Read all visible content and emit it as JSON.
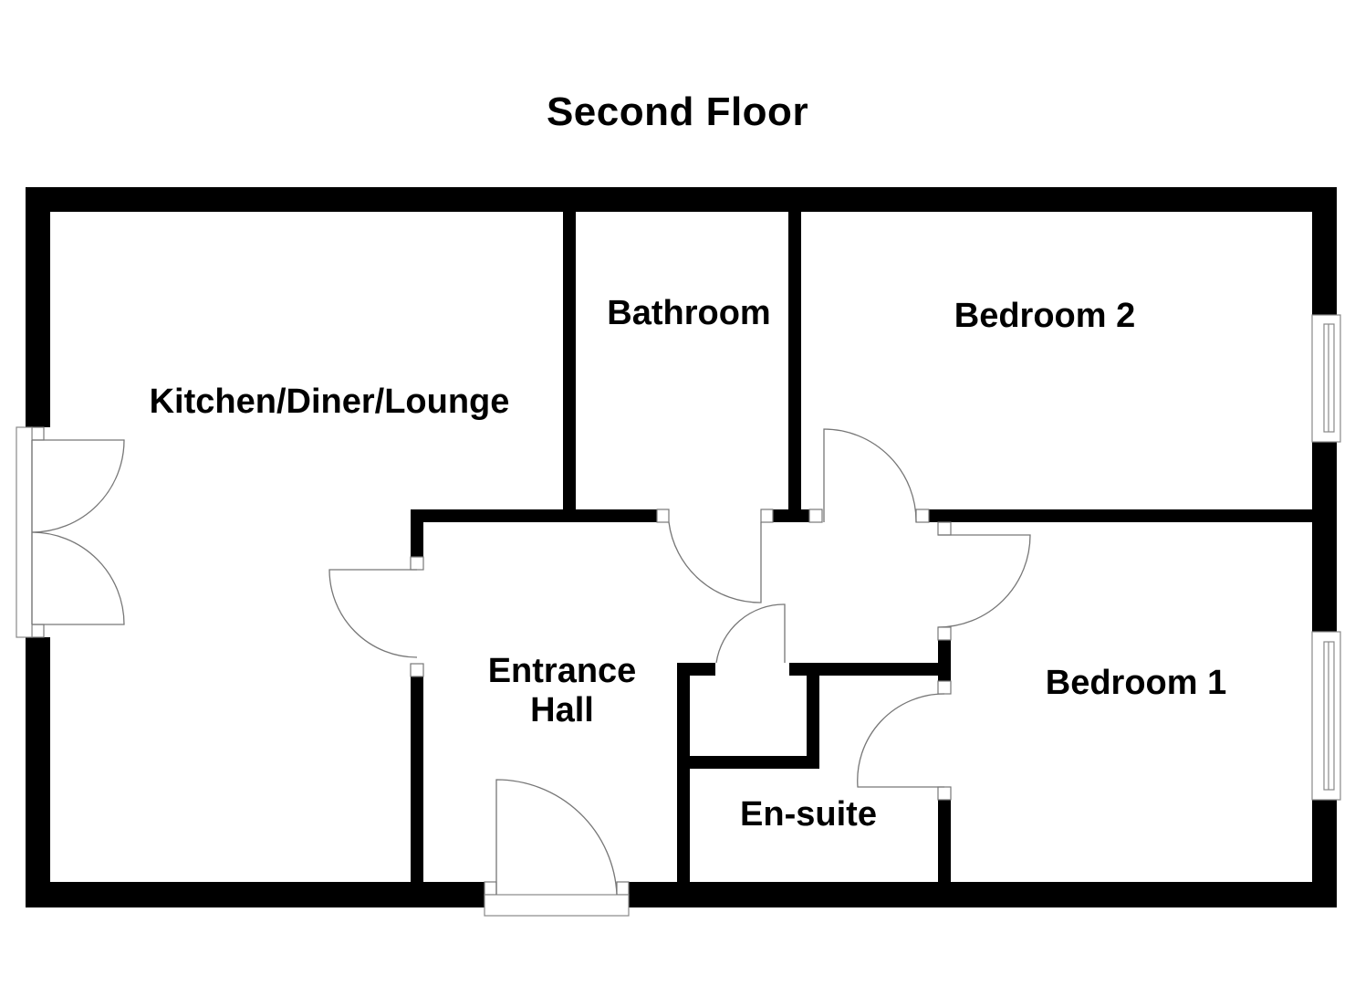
{
  "plan": {
    "title": "Second Floor",
    "wall_color": "#000000",
    "rooms": [
      {
        "name": "Kitchen/Diner/Lounge"
      },
      {
        "name": "Bathroom"
      },
      {
        "name": "Bedroom 2"
      },
      {
        "name": "Entrance"
      },
      {
        "name": "Hall"
      },
      {
        "name": "Bedroom 1"
      },
      {
        "name": "En-suite"
      }
    ]
  }
}
